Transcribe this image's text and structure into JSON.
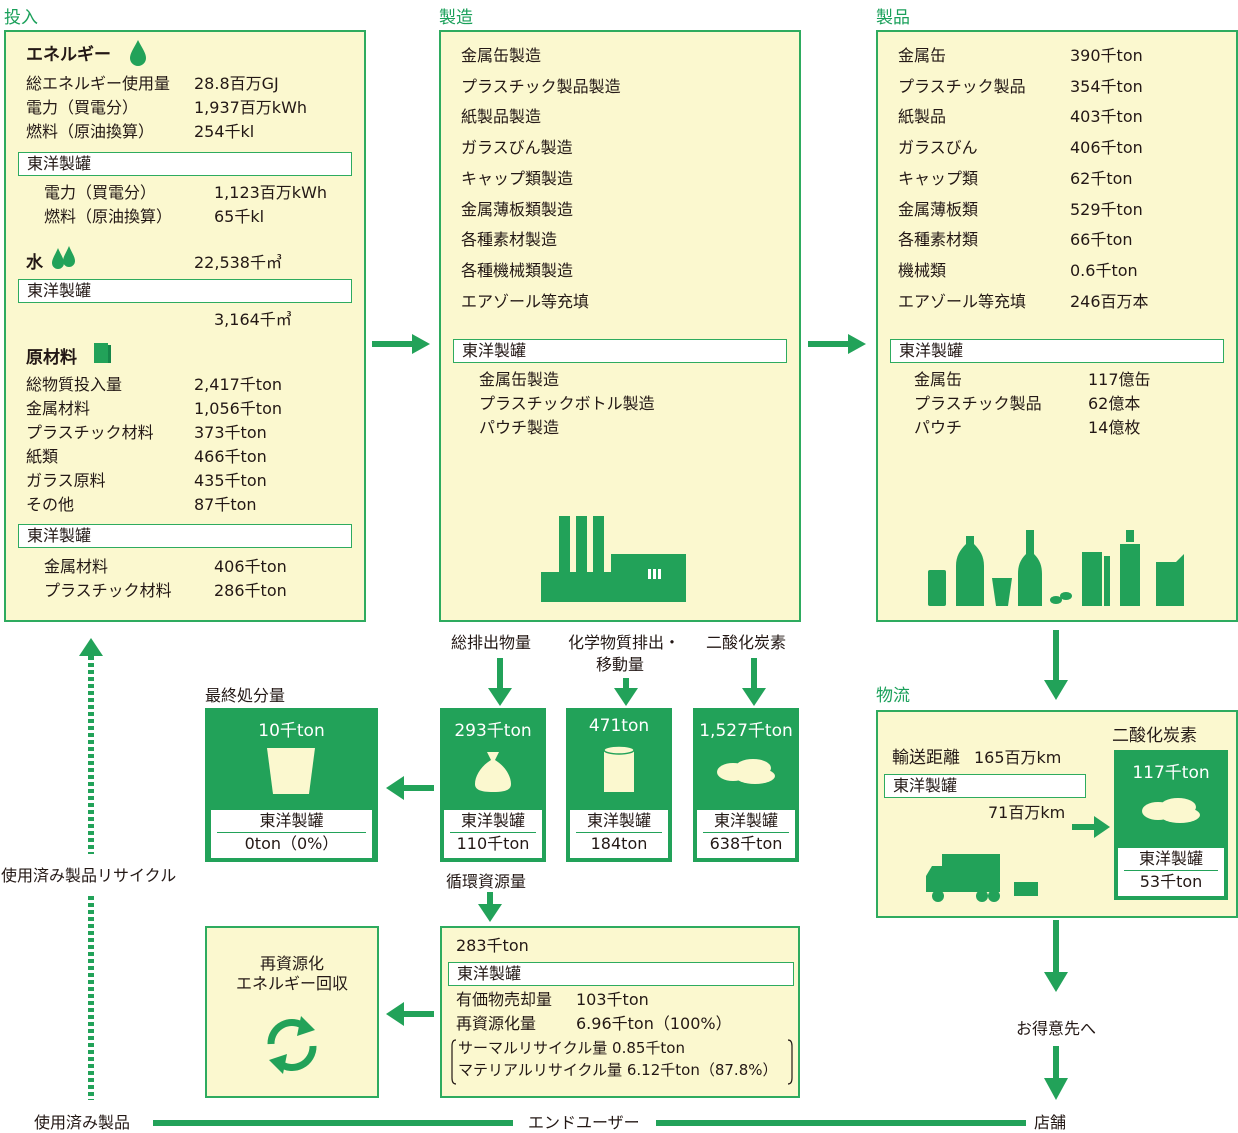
{
  "colors": {
    "green": "#22a259",
    "panel_bg": "#fbf8cf",
    "title": "#1aa05a"
  },
  "input": {
    "title": "投入",
    "energy": {
      "heading": "エネルギー",
      "icon": "drop-icon",
      "rows": [
        {
          "label": "総エネルギー使用量",
          "value": "28.8百万GJ"
        },
        {
          "label": "電力（買電分）",
          "value": "1,937百万kWh"
        },
        {
          "label": "燃料（原油換算）",
          "value": "254千kl"
        }
      ],
      "sub_label": "東洋製罐",
      "sub_rows": [
        {
          "label": "電力（買電分）",
          "value": "1,123百万kWh"
        },
        {
          "label": "燃料（原油換算）",
          "value": "65千kl"
        }
      ]
    },
    "water": {
      "heading": "水",
      "icon": "water-drops-icon",
      "value": "22,538千㎥",
      "sub_label": "東洋製罐",
      "sub_value": "3,164千㎥"
    },
    "materials": {
      "heading": "原材料",
      "icon": "material-block-icon",
      "rows": [
        {
          "label": "総物質投入量",
          "value": "2,417千ton"
        },
        {
          "label": "金属材料",
          "value": "1,056千ton"
        },
        {
          "label": "プラスチック材料",
          "value": "373千ton"
        },
        {
          "label": "紙類",
          "value": "466千ton"
        },
        {
          "label": "ガラス原料",
          "value": "435千ton"
        },
        {
          "label": "その他",
          "value": "87千ton"
        }
      ],
      "sub_label": "東洋製罐",
      "sub_rows": [
        {
          "label": "金属材料",
          "value": "406千ton"
        },
        {
          "label": "プラスチック材料",
          "value": "286千ton"
        }
      ]
    }
  },
  "manufacturing": {
    "title": "製造",
    "items": [
      "金属缶製造",
      "プラスチック製品製造",
      "紙製品製造",
      "ガラスびん製造",
      "キャップ類製造",
      "金属薄板類製造",
      "各種素材製造",
      "各種機械類製造",
      "エアゾール等充填"
    ],
    "sub_label": "東洋製罐",
    "sub_items": [
      "金属缶製造",
      "プラスチックボトル製造",
      "パウチ製造"
    ],
    "icon": "factory-icon"
  },
  "products": {
    "title": "製品",
    "rows": [
      {
        "label": "金属缶",
        "value": "390千ton"
      },
      {
        "label": "プラスチック製品",
        "value": "354千ton"
      },
      {
        "label": "紙製品",
        "value": "403千ton"
      },
      {
        "label": "ガラスびん",
        "value": "406千ton"
      },
      {
        "label": "キャップ類",
        "value": "62千ton"
      },
      {
        "label": "金属薄板類",
        "value": "529千ton"
      },
      {
        "label": "各種素材類",
        "value": "66千ton"
      },
      {
        "label": "機械類",
        "value": "0.6千ton"
      },
      {
        "label": "エアゾール等充填",
        "value": "246百万本"
      }
    ],
    "sub_label": "東洋製罐",
    "sub_rows": [
      {
        "label": "金属缶",
        "value": "117億缶"
      },
      {
        "label": "プラスチック製品",
        "value": "62億本"
      },
      {
        "label": "パウチ",
        "value": "14億枚"
      }
    ],
    "icon": "containers-icon"
  },
  "emissions": {
    "total": {
      "header": "総排出物量",
      "value": "293千ton",
      "sub_label": "東洋製罐",
      "sub_value": "110千ton"
    },
    "chemical": {
      "header_l1": "化学物質排出・",
      "header_l2": "移動量",
      "value": "471ton",
      "sub_label": "東洋製罐",
      "sub_value": "184ton"
    },
    "co2": {
      "header": "二酸化炭素",
      "value": "1,527千ton",
      "sub_label": "東洋製罐",
      "sub_value": "638千ton"
    },
    "final": {
      "header": "最終処分量",
      "value": "10千ton",
      "sub_label": "東洋製罐",
      "sub_value": "0ton（0%）"
    }
  },
  "recycle": {
    "header": "循環資源量",
    "value": "283千ton",
    "sub_label": "東洋製罐",
    "rows": [
      {
        "label": "有価物売却量",
        "value": "103千ton"
      },
      {
        "label": "再資源化量",
        "value": "6.96千ton（100%）"
      }
    ],
    "bracket_rows": [
      "サーマルリサイクル量 0.85千ton",
      "マテリアルリサイクル量 6.12千ton（87.8%）"
    ]
  },
  "energy_recovery": {
    "line1": "再資源化",
    "line2": "エネルギー回収"
  },
  "logistics": {
    "title": "物流",
    "distance_label": "輸送距離",
    "distance_value": "165百万km",
    "sub_label": "東洋製罐",
    "sub_value": "71百万km",
    "co2_header": "二酸化炭素",
    "co2_value": "117千ton",
    "co2_sub_label": "東洋製罐",
    "co2_sub_value": "53千ton"
  },
  "flow": {
    "recycle_used": "使用済み製品リサイクル",
    "used_products": "使用済み製品",
    "end_user": "エンドユーザー",
    "store": "店舗",
    "to_customer": "お得意先へ"
  }
}
